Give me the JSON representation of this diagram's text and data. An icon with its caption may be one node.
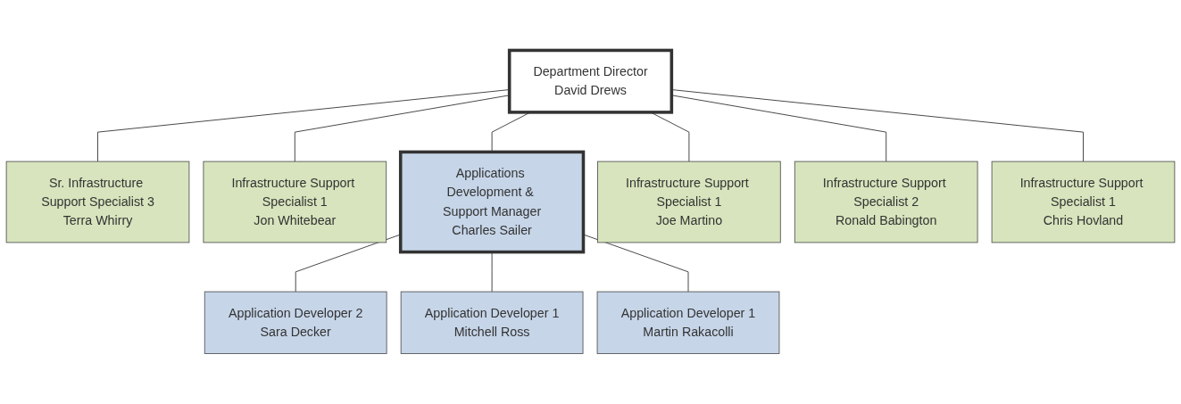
{
  "diagram": {
    "nodes": [
      {
        "text": [
          "Department Director",
          "David Drews"
        ]
      },
      {
        "text": [
          "Sr. Infrastructure Support Specialist 3",
          "Terra Whirry"
        ]
      },
      {
        "text": [
          "Infrastructure Support Specialist 1",
          "Jon Whitebear"
        ]
      },
      {
        "text": [
          "Applications Development & Support Manager",
          "Charles Sailer"
        ]
      },
      {
        "text": [
          "Infrastructure Support Specialist 1",
          "Joe Martino"
        ]
      },
      {
        "text": [
          "Infrastructure Support Specialist 2",
          "Ronald Babington"
        ]
      },
      {
        "text": [
          "Infrastructure Support Specialist 1",
          "Chris Hovland"
        ]
      },
      {
        "text": [
          "Application Developer 2",
          "Sara Decker"
        ]
      },
      {
        "text": [
          "Application Developer 1",
          "Mitchell Ross"
        ]
      },
      {
        "text": [
          "Application Developer 1",
          "Martin Rakacolli"
        ]
      }
    ],
    "edges": [
      {
        "from": 0,
        "to": 1,
        "arrow": "none"
      },
      {
        "from": 0,
        "to": 2,
        "arrow": "none"
      },
      {
        "from": 0,
        "to": 3,
        "arrow": "none"
      },
      {
        "from": 0,
        "to": 4,
        "arrow": "none"
      },
      {
        "from": 0,
        "to": 5,
        "arrow": "none"
      },
      {
        "from": 0,
        "to": 6,
        "arrow": "none"
      },
      {
        "from": 3,
        "to": 7,
        "arrow": "none"
      },
      {
        "from": 3,
        "to": 8,
        "arrow": "none"
      },
      {
        "from": 3,
        "to": 9,
        "arrow": "none"
      }
    ]
  }
}
